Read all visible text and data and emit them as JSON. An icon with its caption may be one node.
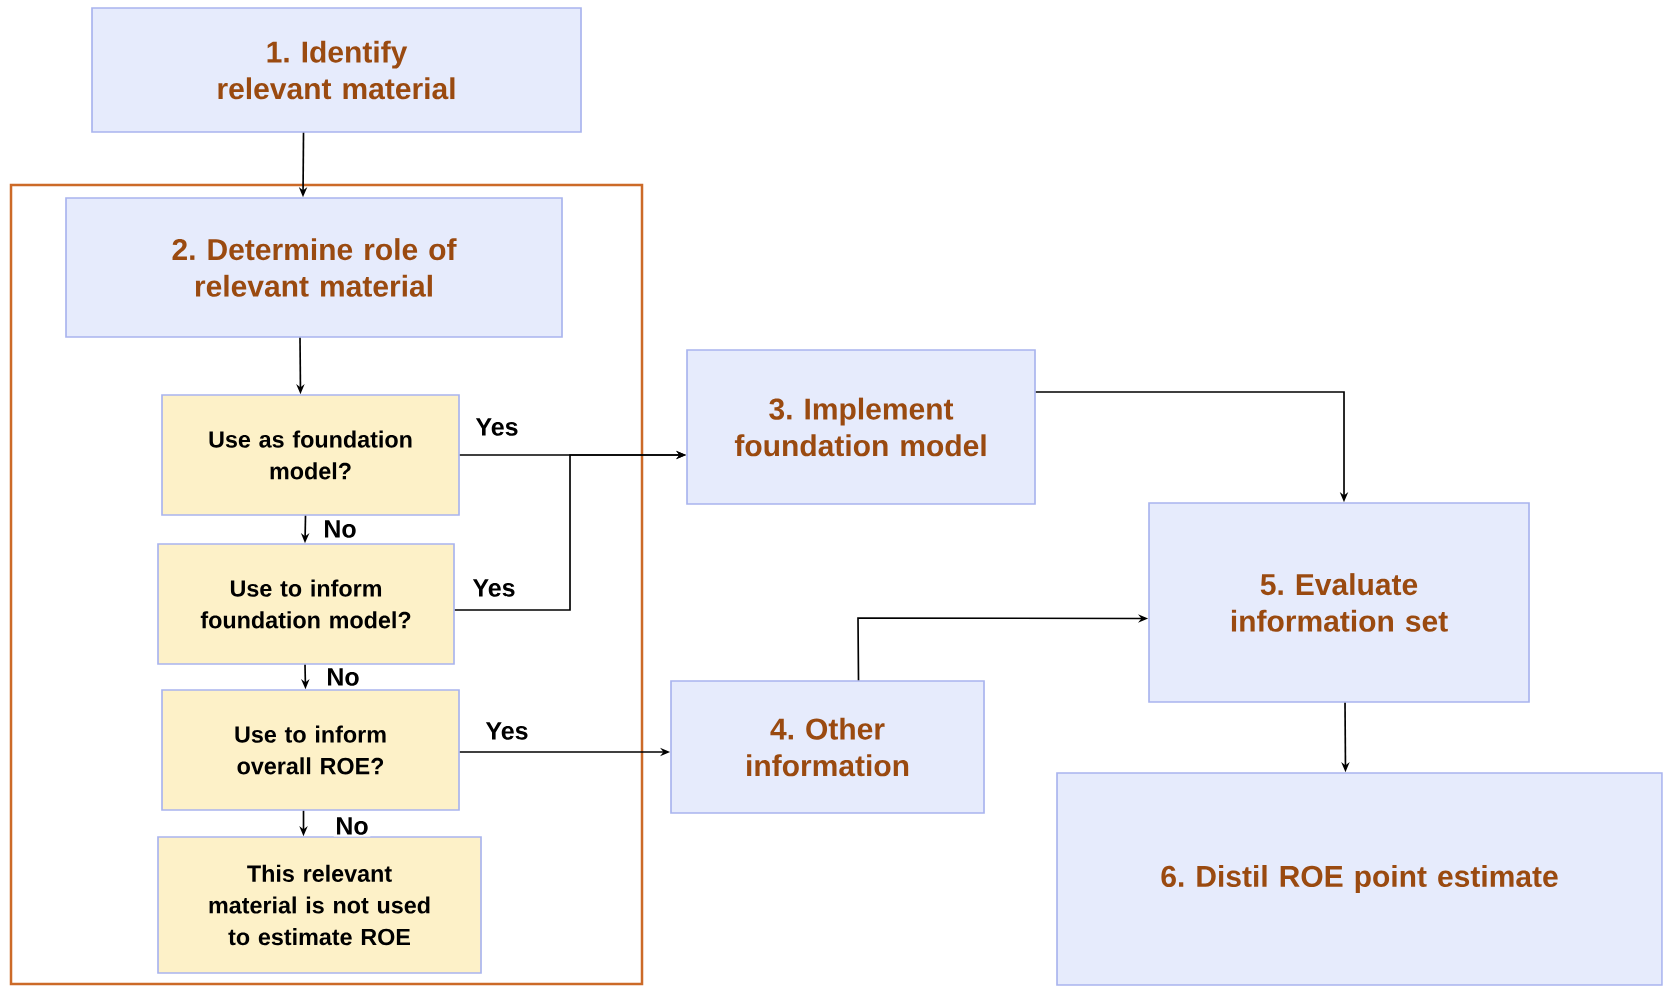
{
  "diagram": {
    "nodes": [
      {
        "text": [
          "1. Identify relevant material"
        ]
      },
      {
        "text": [],
        "shape": "box"
      },
      {
        "text": [
          "2. Determine role of relevant material"
        ],
        "in": 1
      },
      {
        "text": [
          "Use as foundation model?"
        ],
        "in": 1
      },
      {
        "text": [
          "Use to inform foundation model?"
        ],
        "in": 1
      },
      {
        "text": [
          "Use to inform overall ROE?"
        ],
        "in": 1
      },
      {
        "text": [
          "This relevant material is not used to estimate ROE"
        ],
        "in": 1
      },
      {
        "text": [
          "3. Implement foundation model"
        ]
      },
      {
        "text": [
          "4. Other information"
        ]
      },
      {
        "text": [
          "5. Evaluate information set"
        ]
      },
      {
        "text": [
          "6. Distil ROE point estimate"
        ]
      }
    ],
    "edges": [
      {
        "from": 0,
        "to": 2,
        "arrow": "to"
      },
      {
        "from": 2,
        "to": 3,
        "arrow": "to"
      },
      {
        "from": 3,
        "to": 7,
        "arrow": "to",
        "label": "Yes"
      },
      {
        "from": 4,
        "to": 7,
        "arrow": "to",
        "label": "Yes"
      },
      {
        "from": 3,
        "to": 4,
        "arrow": "to",
        "label": "No"
      },
      {
        "from": 4,
        "to": 5,
        "arrow": "to",
        "label": "No"
      },
      {
        "from": 5,
        "to": 8,
        "arrow": "to",
        "label": "Yes"
      },
      {
        "from": 5,
        "to": 6,
        "arrow": "to",
        "label": "No"
      },
      {
        "from": 7,
        "to": 9,
        "arrow": "to"
      },
      {
        "from": 8,
        "to": 9,
        "arrow": "to"
      },
      {
        "from": 9,
        "to": 10,
        "arrow": "to"
      }
    ]
  }
}
